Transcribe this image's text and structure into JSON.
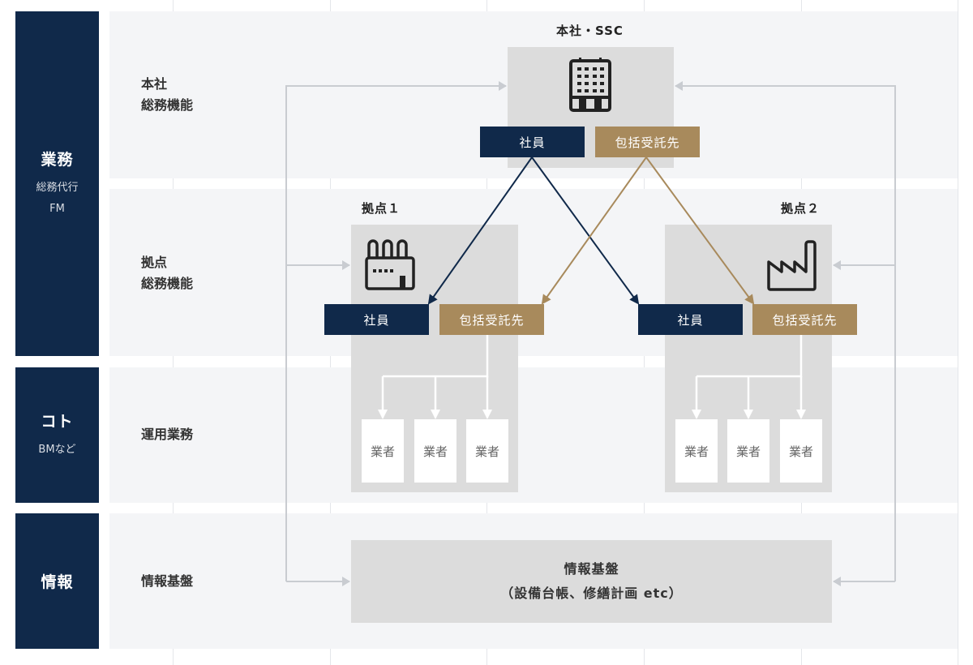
{
  "colors": {
    "navy": "#10294a",
    "gold": "#a88a5c",
    "box_gray": "#dcdcdc",
    "row_band": "#f4f5f7",
    "connector": "#c9ccd1"
  },
  "categories": [
    {
      "main": "業務",
      "sub_lines": [
        "総務代行",
        "FM"
      ]
    },
    {
      "main": "コト",
      "sub_lines": [
        "BMなど"
      ]
    },
    {
      "main": "情報",
      "sub_lines": []
    }
  ],
  "rows": [
    {
      "label_lines": [
        "本社",
        "総務機能"
      ]
    },
    {
      "label_lines": [
        "拠点",
        "総務機能"
      ]
    },
    {
      "label_lines": [
        "運用業務"
      ]
    },
    {
      "label_lines": [
        "情報基盤"
      ]
    }
  ],
  "headquarters": {
    "title": "本社・SSC",
    "icon": "office-building-icon",
    "employee_label": "社員",
    "contractor_label": "包括受託先"
  },
  "sites": [
    {
      "title": "拠点１",
      "icon": "factory-chimneys-icon",
      "employee_label": "社員",
      "contractor_label": "包括受託先",
      "vendors": [
        "業者",
        "業者",
        "業者"
      ]
    },
    {
      "title": "拠点２",
      "icon": "factory-sawtooth-icon",
      "employee_label": "社員",
      "contractor_label": "包括受託先",
      "vendors": [
        "業者",
        "業者",
        "業者"
      ]
    }
  ],
  "info_platform": {
    "title": "情報基盤",
    "subtitle": "（設備台帳、修繕計画 etc）"
  }
}
